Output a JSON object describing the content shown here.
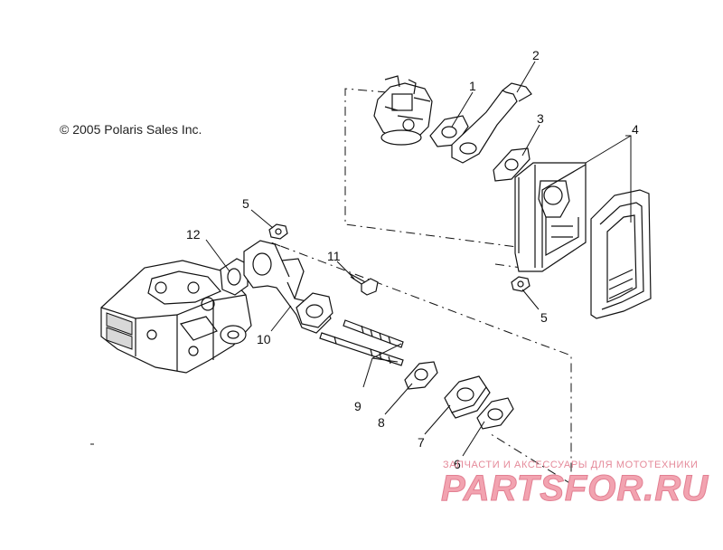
{
  "copyright": "© 2005 Polaris Sales Inc.",
  "callouts": [
    {
      "id": "1",
      "label": "1"
    },
    {
      "id": "2",
      "label": "2"
    },
    {
      "id": "3",
      "label": "3"
    },
    {
      "id": "4",
      "label": "4"
    },
    {
      "id": "5a",
      "label": "5"
    },
    {
      "id": "5b",
      "label": "5"
    },
    {
      "id": "6",
      "label": "6"
    },
    {
      "id": "7",
      "label": "7"
    },
    {
      "id": "8",
      "label": "8"
    },
    {
      "id": "9",
      "label": "9"
    },
    {
      "id": "10",
      "label": "10"
    },
    {
      "id": "11",
      "label": "11"
    },
    {
      "id": "12",
      "label": "12"
    }
  ],
  "watermark": {
    "tagline": "ЗАПЧАСТИ И АКСЕССУАРЫ ДЛЯ МОТОТЕХНИКИ",
    "logo": "PARTSFOR.RU"
  }
}
